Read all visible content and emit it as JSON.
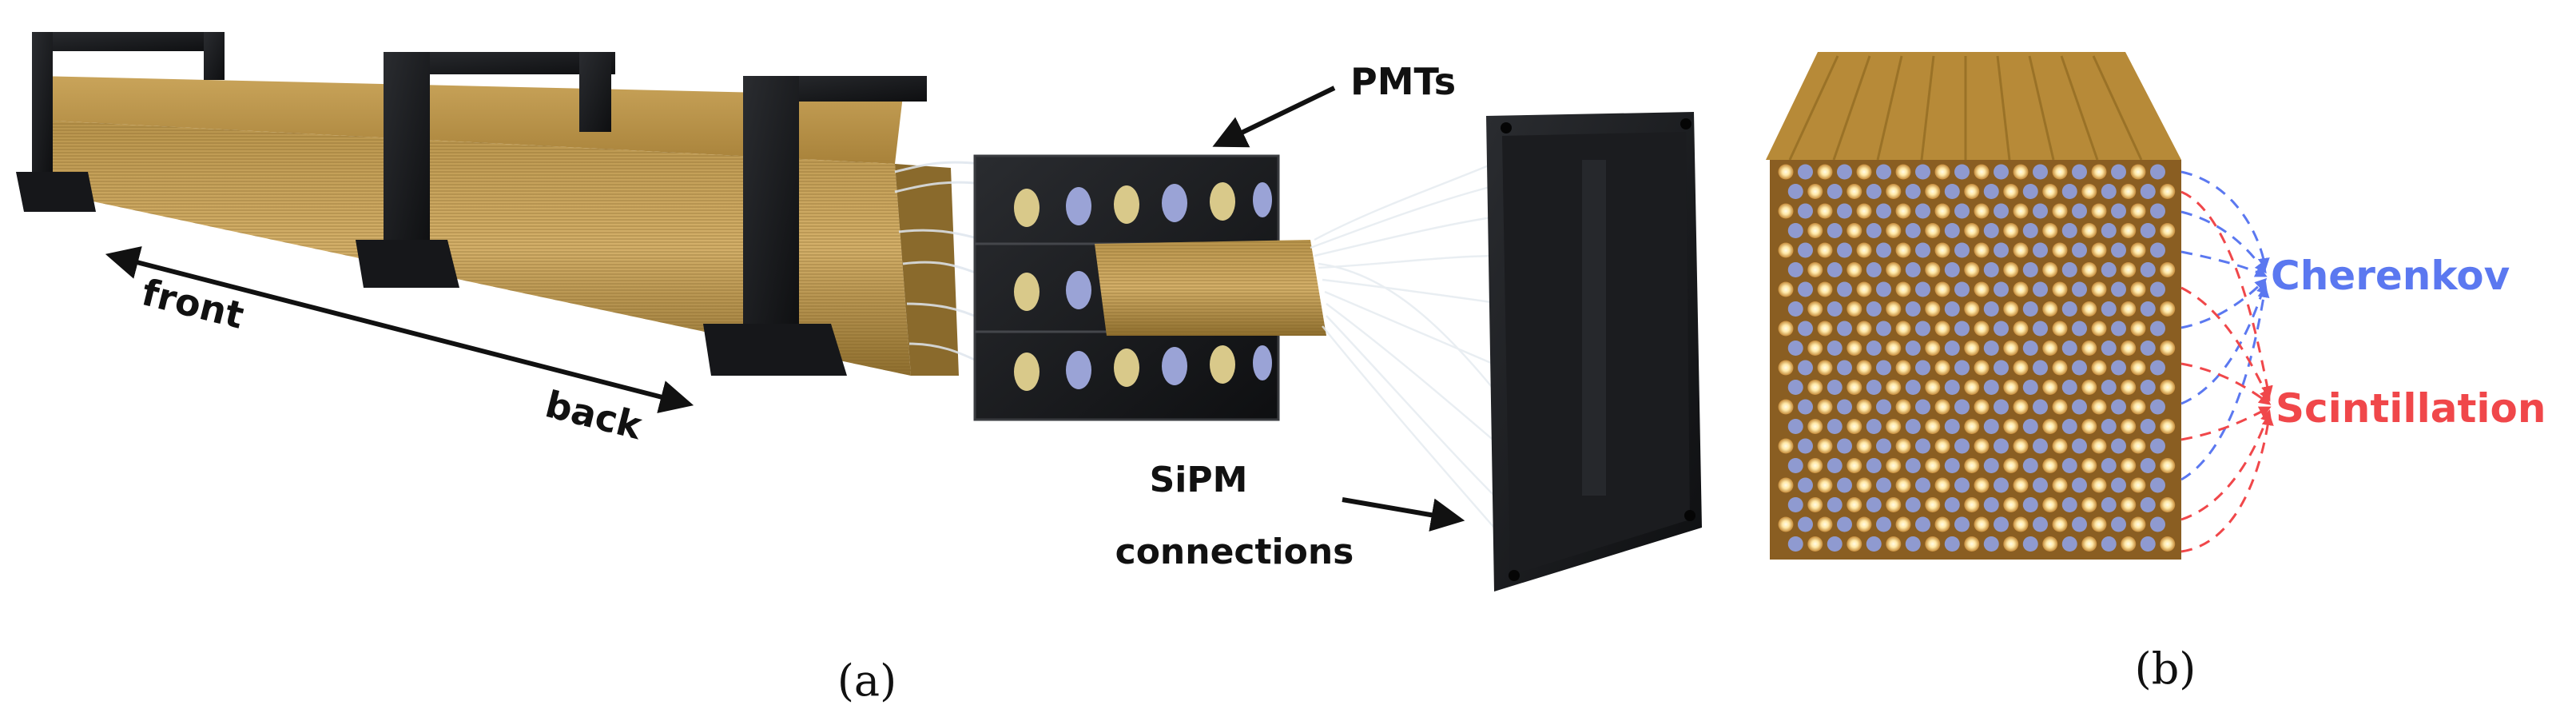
{
  "panel_a": {
    "label_pmts": "PMTs",
    "label_sipm_line1": "SiPM",
    "label_sipm_line2": "connections",
    "label_front": "front",
    "label_back": "back",
    "caption": "(a)"
  },
  "panel_b": {
    "label_cherenkov": "Cherenkov",
    "label_scintillation": "Scintillation",
    "caption": "(b)",
    "colors": {
      "cherenkov": "#5b78f0",
      "scintillation": "#f0474a"
    }
  }
}
